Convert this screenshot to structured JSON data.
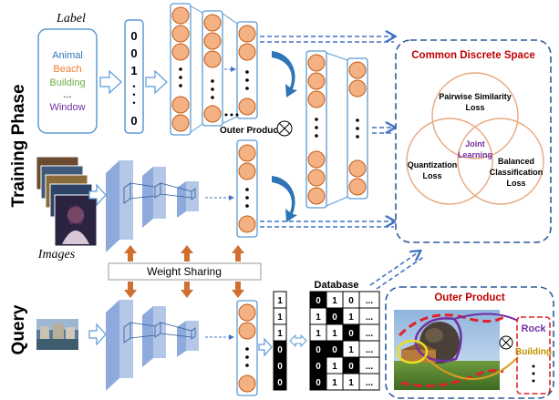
{
  "phases": {
    "training": "Training Phase",
    "query": "Query"
  },
  "label_box": {
    "title": "Label",
    "items": [
      {
        "text": "Animal",
        "color": "#2E75B6"
      },
      {
        "text": "Beach",
        "color": "#ED7D31"
      },
      {
        "text": "Building",
        "color": "#70AD47"
      },
      {
        "text": "...",
        "color": "#000000"
      },
      {
        "text": "Window",
        "color": "#7030A0"
      }
    ]
  },
  "label_vector": [
    "0",
    "0",
    "1",
    "•",
    "•",
    "•",
    "0"
  ],
  "images_caption": "Images",
  "outer_product_label": "Outer Product",
  "weight_sharing": "Weight Sharing",
  "common_space": {
    "title": "Common Discrete Space",
    "title_color": "#C00000",
    "circles": {
      "top": [
        "Pairwise Similarity",
        "Loss"
      ],
      "left": [
        "Quantization",
        "Loss"
      ],
      "right": [
        "Balanced",
        "Classification",
        "Loss"
      ]
    },
    "center": [
      "Joint",
      "Learning"
    ],
    "center_color": "#7030A0"
  },
  "query_code": [
    "1",
    "1",
    "1",
    "0",
    "0",
    "0"
  ],
  "database": {
    "title": "Database",
    "rows": [
      [
        "0",
        "1",
        "0",
        "..."
      ],
      [
        "1",
        "0",
        "1",
        "..."
      ],
      [
        "1",
        "1",
        "0",
        "..."
      ],
      [
        "0",
        "0",
        "1",
        "..."
      ],
      [
        "0",
        "1",
        "0",
        "..."
      ],
      [
        "0",
        "1",
        "1",
        "..."
      ]
    ],
    "dark_cells": [
      [
        0,
        0
      ],
      [
        1,
        1
      ],
      [
        2,
        2
      ],
      [
        3,
        0
      ],
      [
        3,
        1
      ],
      [
        4,
        0
      ],
      [
        4,
        2
      ],
      [
        5,
        0
      ]
    ]
  },
  "outer_product_box": {
    "title": "Outer Product",
    "title_color": "#C00000",
    "word_rock": "Rock",
    "word_rock_color": "#7030A0",
    "word_building": "Building",
    "word_building_color": "#C09000"
  },
  "colors": {
    "neuron_fill": "#F4B183",
    "neuron_stroke": "#C55A11",
    "dash_arrow": "#4472C4",
    "cnn_face": "#B4C7E7",
    "up_arrow": "#D07030"
  }
}
